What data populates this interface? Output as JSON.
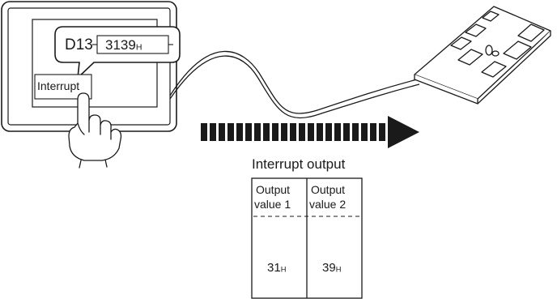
{
  "got_screen": {
    "device_name": "D13",
    "device_value": "3139",
    "device_value_suffix": "H",
    "touch_switch_label": "Interrupt"
  },
  "output_panel": {
    "title": "Interrupt output",
    "columns": [
      {
        "header_line1": "Output",
        "header_line2": "value 1",
        "value": "31",
        "value_suffix": "H"
      },
      {
        "header_line1": "Output",
        "header_line2": "value 2",
        "value": "39",
        "value_suffix": "H"
      }
    ]
  },
  "colors": {
    "line": "#1a1a1a",
    "screen_fill": "#ffffff",
    "arrow": "#1a1a1a"
  },
  "icons": {
    "hand": "pointing-hand-icon",
    "board": "circuit-board-icon",
    "arrow": "dashed-arrow-right-icon"
  }
}
